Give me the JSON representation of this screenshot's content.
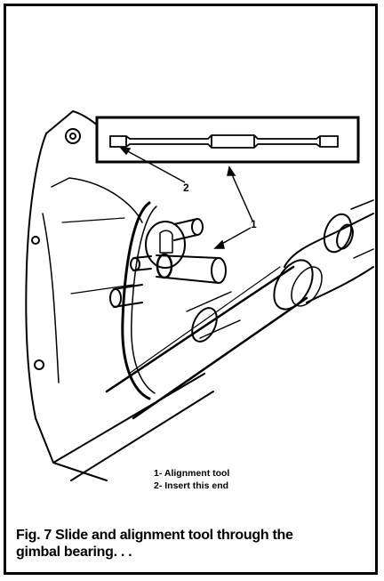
{
  "figure": {
    "callouts": {
      "one": "1",
      "two": "2"
    },
    "legend": {
      "line1": "1- Alignment tool",
      "line2": "2- Insert this end"
    },
    "caption": {
      "line1": "Fig. 7 Slide and alignment tool through the",
      "line2": "gimbal bearing. . ."
    }
  }
}
